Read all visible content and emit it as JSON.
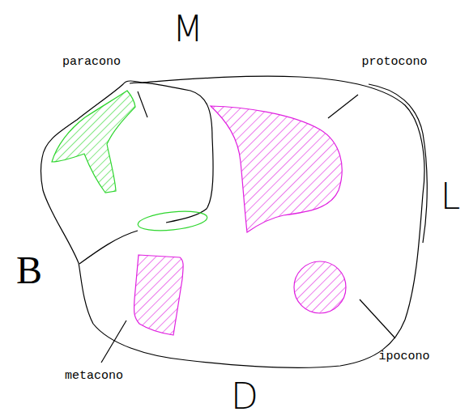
{
  "diagram": {
    "labels": [
      "M",
      "paracono",
      "protocono",
      "L",
      "B",
      "metacono",
      "ipocono",
      "D"
    ]
  }
}
